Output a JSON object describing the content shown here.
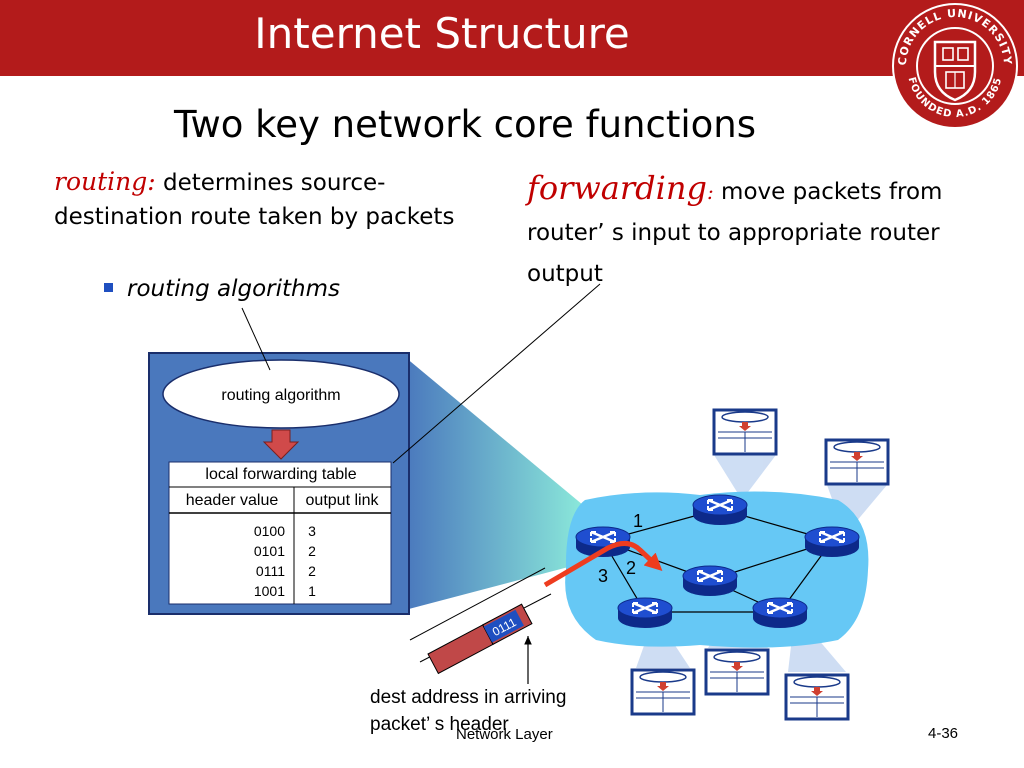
{
  "header": {
    "title": "Internet Structure",
    "seal_text_top": "CORNELL UNIVERSITY",
    "seal_text_bottom": "FOUNDED A.D. 1865"
  },
  "slide": {
    "subtitle": "Two key network core functions",
    "routing_term": "routing:",
    "routing_text": " determines source-destination route taken by packets",
    "bullet": "routing algorithms",
    "forwarding_term": "forwarding",
    "forwarding_colon": ":",
    "forwarding_text": " move packets from router’ s input to appropriate router output"
  },
  "router_box": {
    "algorithm_label": "routing algorithm",
    "table_title": "local forwarding table",
    "col_header": "header value",
    "col_output": "output link",
    "rows": [
      {
        "header": "0100",
        "output": "3"
      },
      {
        "header": "0101",
        "output": "2"
      },
      {
        "header": "0111",
        "output": "2"
      },
      {
        "header": "1001",
        "output": "1"
      }
    ]
  },
  "network": {
    "port_1": "1",
    "port_2": "2",
    "port_3": "3",
    "packet_header": "0111"
  },
  "annotations": {
    "dest_label": "dest address in arriving packet’ s header"
  },
  "footer": {
    "center": "Network Layer",
    "page": "4-36"
  },
  "colors": {
    "banner": "#b31b1b",
    "router_box_fill": "#4a78bd",
    "cloud": "#66c8f5",
    "router": "#1338a8",
    "arrow": "#ee3c1f",
    "packet": "#c04848"
  }
}
